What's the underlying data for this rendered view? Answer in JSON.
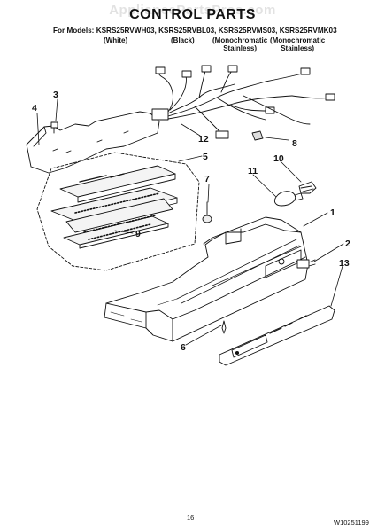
{
  "watermark": "AppliancePartsPros.com",
  "title": "CONTROL PARTS",
  "models": {
    "prefix": "For Models:",
    "list": "KSRS25RVWH03, KSRS25RVBL03, KSRS25RVMS03, KSRS25RVMK03",
    "variants": [
      {
        "line1": "(White)",
        "line2": ""
      },
      {
        "line1": "(Black)",
        "line2": ""
      },
      {
        "line1": "(Monochromatic",
        "line2": "Stainless)"
      },
      {
        "line1": "(Monochromatic",
        "line2": "Stainless)"
      }
    ]
  },
  "callouts": [
    "1",
    "2",
    "3",
    "4",
    "5",
    "6",
    "7",
    "8",
    "9",
    "10",
    "11",
    "12",
    "13"
  ],
  "footer": {
    "page_number": "16",
    "doc_number": "W10251199"
  },
  "colors": {
    "line": "#111111",
    "watermark": "#969696"
  }
}
